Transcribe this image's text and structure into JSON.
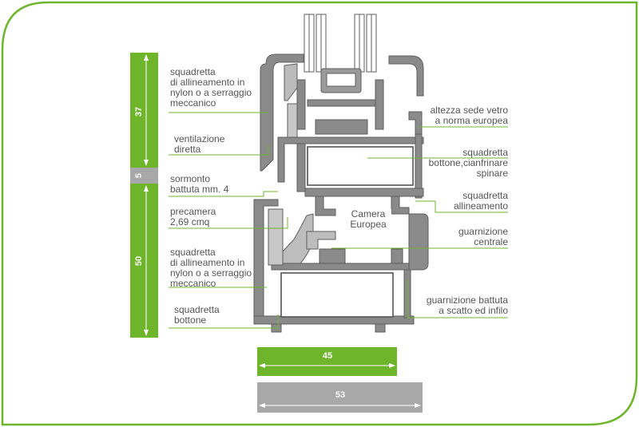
{
  "colors": {
    "accent_green": "#6fb52c",
    "profile_grey": "#8a8a8a",
    "profile_dark": "#6a6a6a",
    "dim_grey": "#a8a8a8",
    "leader_line": "#6fb52c",
    "label_text": "#555555"
  },
  "dimensions": {
    "left_bar": [
      {
        "value": "37",
        "color": "green"
      },
      {
        "value": "5",
        "color": "grey"
      },
      {
        "value": "50",
        "color": "green"
      }
    ],
    "bottom_bars": [
      {
        "value": "45",
        "color": "green"
      },
      {
        "value": "53",
        "color": "grey"
      }
    ]
  },
  "labels_left": [
    {
      "text": "squadretta\ndi allineamento in\nnylon o a serraggio\nmeccanico"
    },
    {
      "text": "ventilazione\ndiretta"
    },
    {
      "text": "sormonto\nbattuta mm. 4"
    },
    {
      "text": "precamera\n2,69 cmq"
    },
    {
      "text": "squadretta\ndi allineamento in\nnylon o a serraggio\nmeccanico"
    },
    {
      "text": "squadretta\nbottone"
    }
  ],
  "labels_right": [
    {
      "text": "altezza sede vetro\na norma europea"
    },
    {
      "text": "squadretta\nbottone,cianfrinare\nspinare"
    },
    {
      "text": "squadretta\nallineamento"
    },
    {
      "text": "guarnizione\ncentrale"
    },
    {
      "text": "guarnizione battuta\na scatto ed infilo"
    }
  ],
  "center_label": {
    "text": "Camera\nEuropea"
  }
}
